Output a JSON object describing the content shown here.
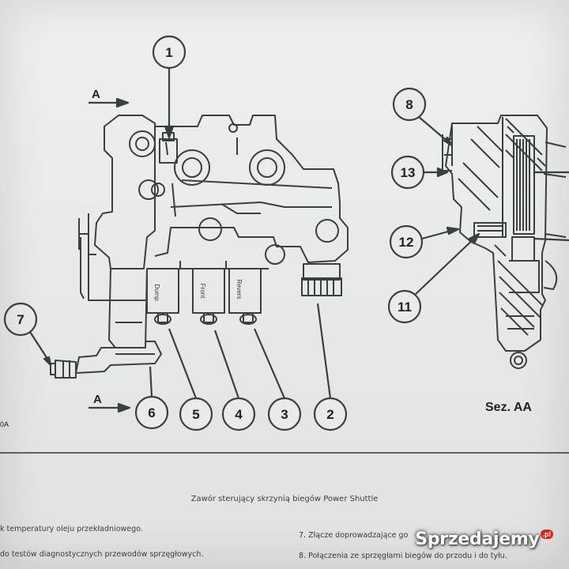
{
  "diagram": {
    "callouts": [
      "1",
      "2",
      "3",
      "4",
      "5",
      "6",
      "7",
      "8",
      "11",
      "12",
      "13"
    ],
    "section_markers": [
      "A",
      "A"
    ],
    "solenoid_labels": [
      "Dump",
      "Front",
      "Revers"
    ],
    "section_title": "Sez. AA",
    "figure_code_fragment": "0A"
  },
  "caption": "Zawór sterujący skrzynią biegów Power Shuttle",
  "legend": [
    "k temperatury oleju przekładniowego.",
    "do testów diagnostycznych przewodów sprzęgłowych.",
    "7. Złącze doprowadzające go",
    "8. Połączenia ze sprzęgłami biegów do przodu i do tyłu."
  ],
  "watermark": {
    "text": "Sprzedajemy",
    "badge": ".pl"
  },
  "colors": {
    "line": "#3a3f3f",
    "paper": "#e9eceb",
    "brand": "#e2231a"
  }
}
